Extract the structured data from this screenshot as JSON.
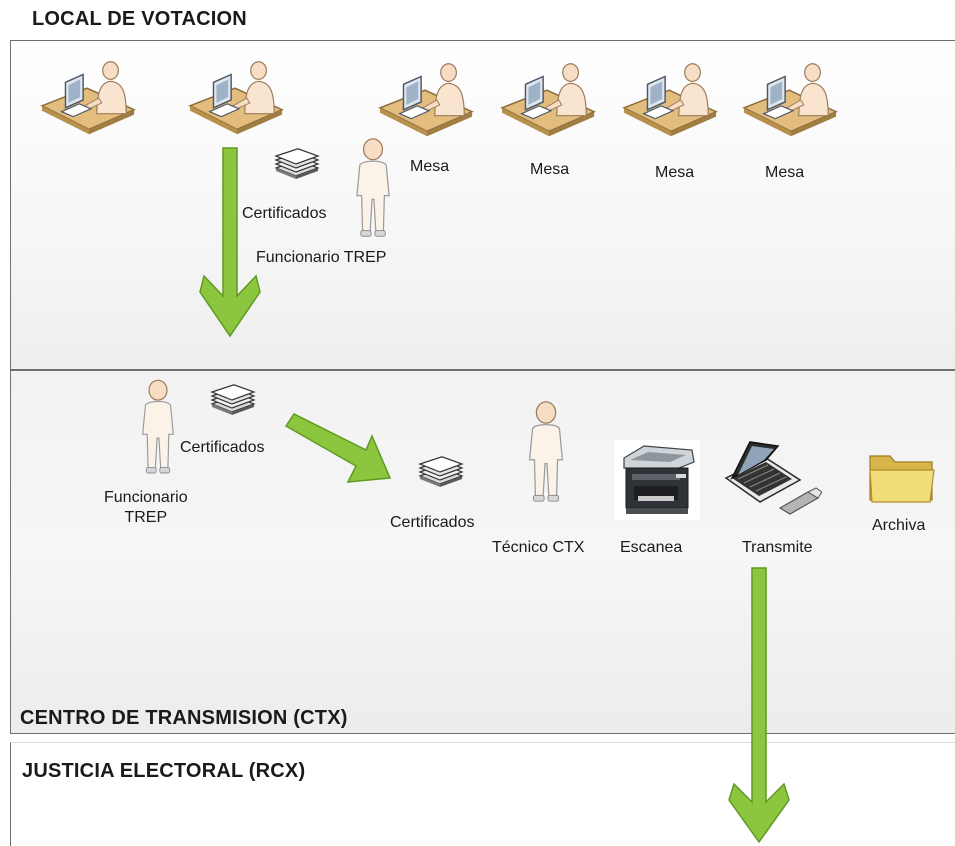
{
  "sections": {
    "local_title": "LOCAL DE VOTACION",
    "ctx_title": "CENTRO DE TRANSMISION (CTX)",
    "rcx_title": "JUSTICIA ELECTORAL (RCX)"
  },
  "local": {
    "mesa_labels": [
      "Mesa",
      "Mesa",
      "Mesa",
      "Mesa"
    ],
    "certificados_label": "Certificados",
    "funcionario_label": "Funcionario TREP"
  },
  "ctx": {
    "certificados_label_1": "Certificados",
    "funcionario_label_line1": "Funcionario",
    "funcionario_label_line2": "TREP",
    "certificados_label_2": "Certificados",
    "tecnico_label": "Técnico CTX",
    "escanea_label": "Escanea",
    "transmite_label": "Transmite",
    "archiva_label": "Archiva"
  },
  "colors": {
    "arrow_green": "#8cc63f",
    "arrow_stroke": "#5e9a22",
    "desk": "#e0b97a",
    "person": "#f6ddc4"
  },
  "icons": {
    "workstation": "person-at-desk-icon",
    "person": "standing-person-icon",
    "documents": "document-stack-icon",
    "scanner": "printer-scanner-icon",
    "laptop": "laptop-icon",
    "usb": "usb-stick-icon",
    "folder": "folder-icon",
    "arrow": "green-arrow-icon"
  }
}
